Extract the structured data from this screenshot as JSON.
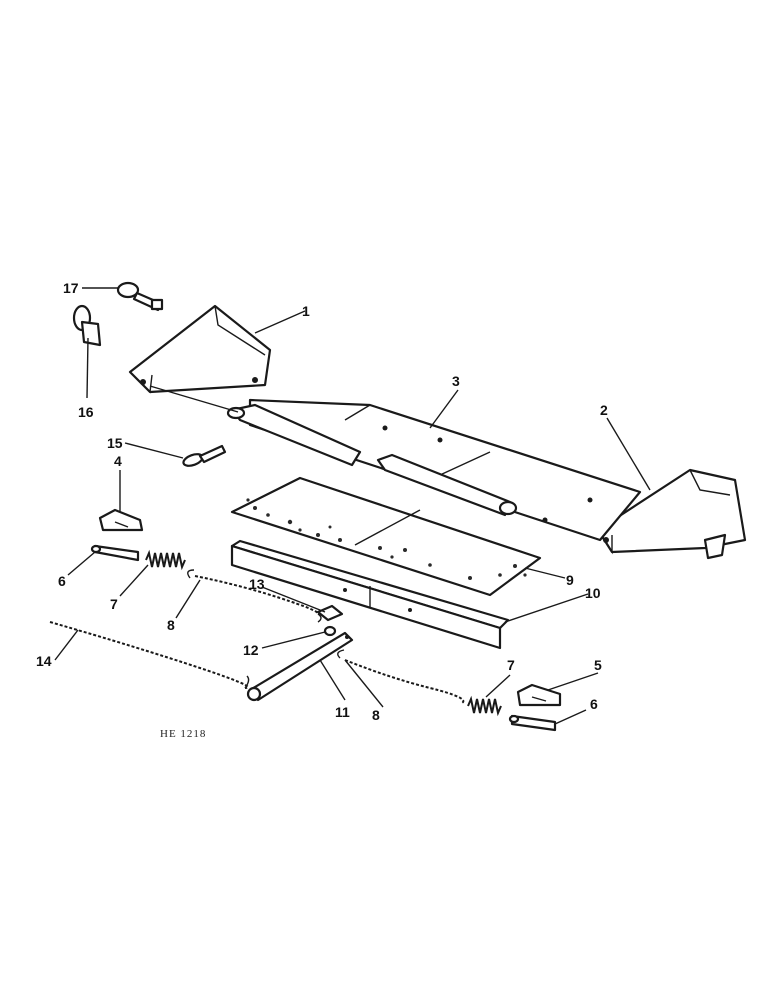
{
  "callouts": {
    "c1": "1",
    "c2": "2",
    "c3": "3",
    "c4": "4",
    "c5": "5",
    "c6a": "6",
    "c6b": "6",
    "c7a": "7",
    "c7b": "7",
    "c8a": "8",
    "c8b": "8",
    "c9": "9",
    "c10": "10",
    "c11": "11",
    "c12": "12",
    "c13": "13",
    "c14": "14",
    "c15": "15",
    "c16": "16",
    "c17": "17"
  },
  "figure_code": "HE 1218"
}
